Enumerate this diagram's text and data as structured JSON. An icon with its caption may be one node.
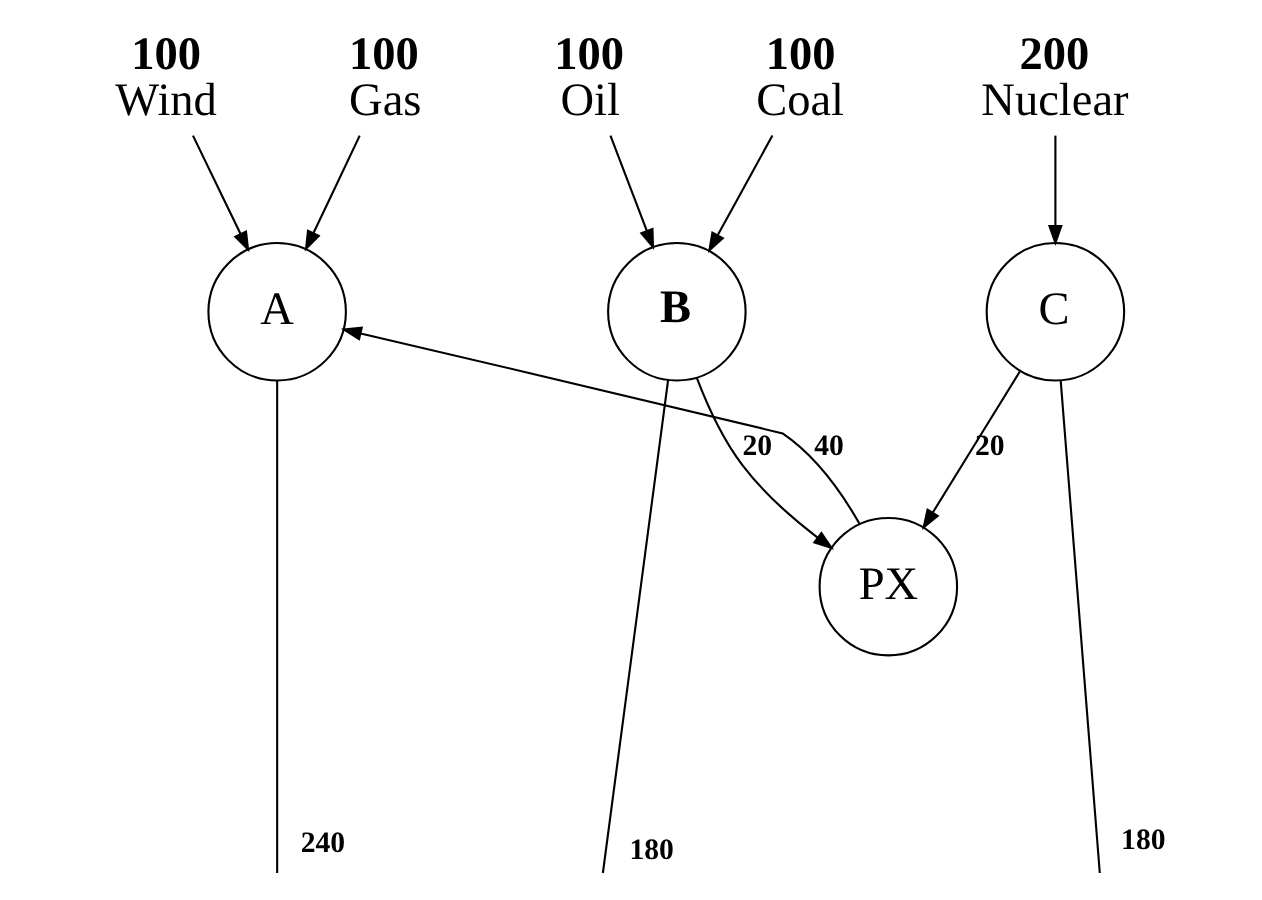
{
  "diagram": {
    "nodes": [
      {
        "text": [
          "100",
          "Wind"
        ]
      },
      {
        "text": [
          "100",
          "Gas"
        ]
      },
      {
        "text": [
          "100",
          "Oil"
        ]
      },
      {
        "text": [
          "100",
          "Coal"
        ]
      },
      {
        "text": [
          "200",
          "Nuclear"
        ]
      },
      {
        "text": [
          "A"
        ]
      },
      {
        "text": [
          "B"
        ]
      },
      {
        "text": [
          "C"
        ]
      },
      {
        "text": [
          "PX"
        ]
      }
    ],
    "edges": [
      {
        "from": 0,
        "to": 5,
        "arrow": "to"
      },
      {
        "from": 1,
        "to": 5,
        "arrow": "to"
      },
      {
        "from": 2,
        "to": 6,
        "arrow": "to"
      },
      {
        "from": 3,
        "to": 6,
        "arrow": "to"
      },
      {
        "from": 4,
        "to": 7,
        "arrow": "to"
      },
      {
        "from": 8,
        "to": 5,
        "arrow": "to",
        "label": "40"
      },
      {
        "from": 6,
        "to": 8,
        "arrow": "to",
        "label": "20"
      },
      {
        "from": 7,
        "to": 8,
        "arrow": "to",
        "label": "20"
      },
      {
        "from": 5,
        "to": null,
        "arrow": "none",
        "label": "240"
      },
      {
        "from": 6,
        "to": null,
        "arrow": "none",
        "label": "180"
      },
      {
        "from": 7,
        "to": null,
        "arrow": "none",
        "label": "180"
      }
    ]
  }
}
